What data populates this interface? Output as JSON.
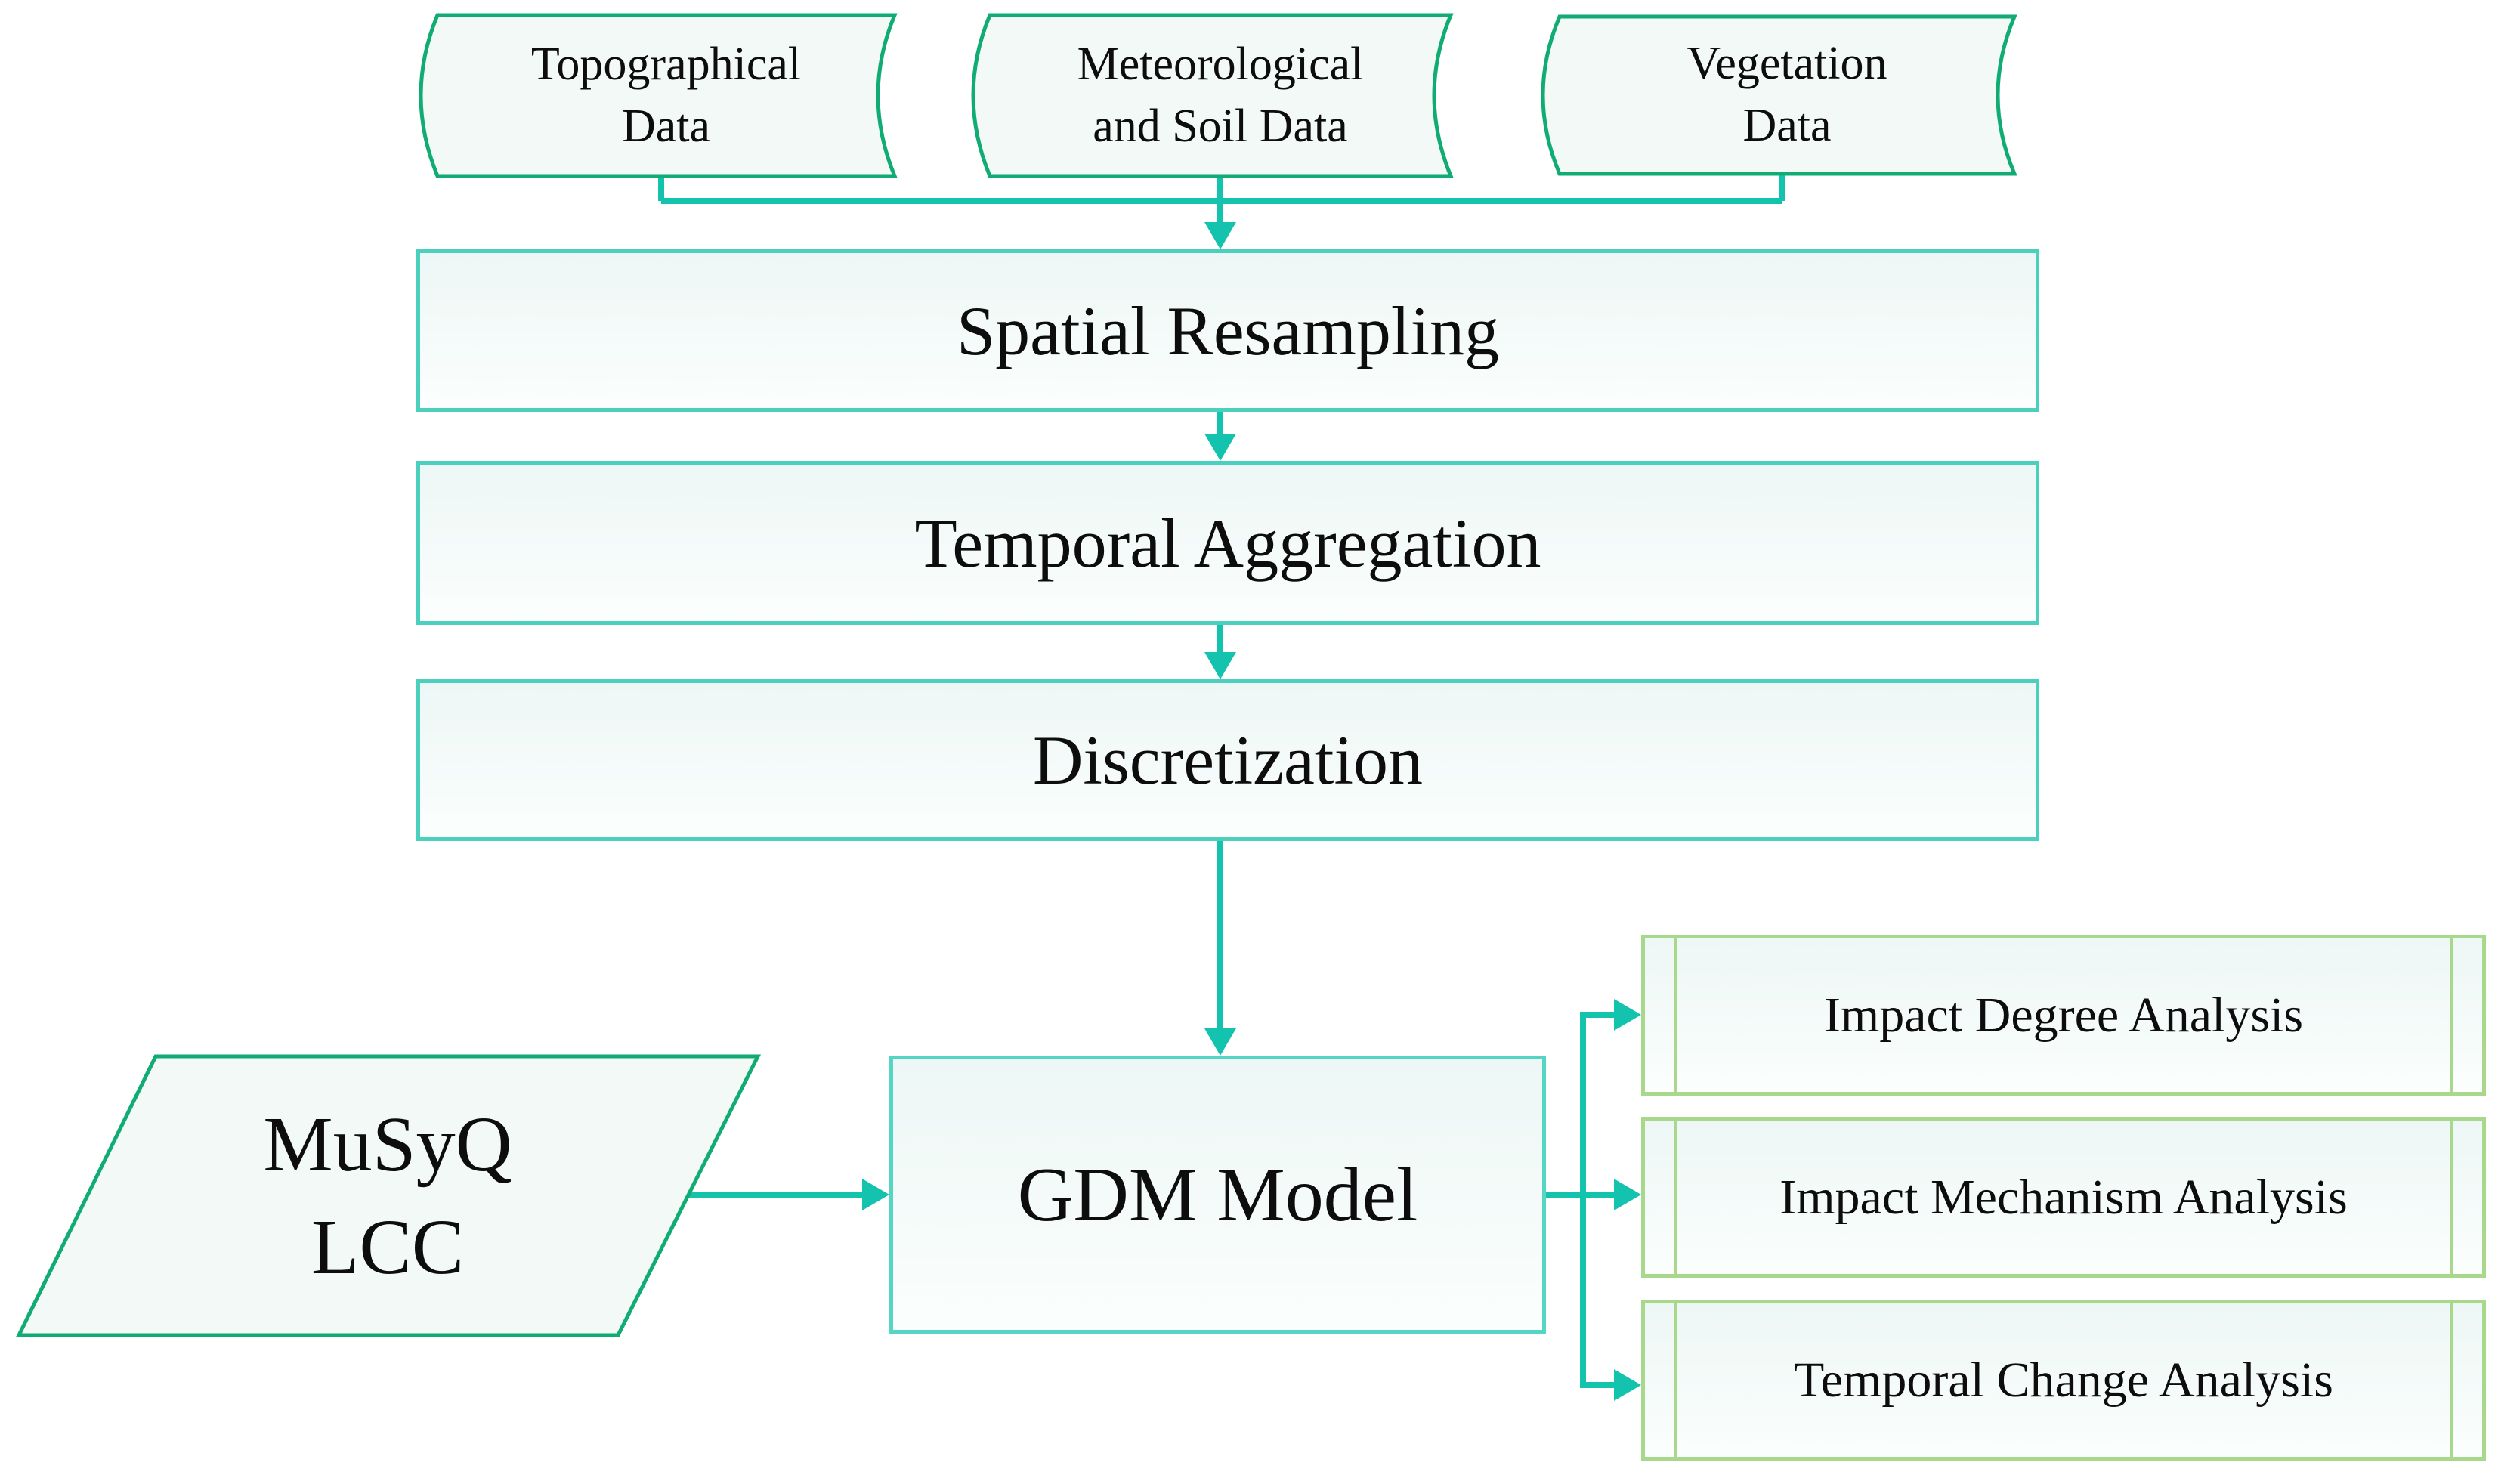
{
  "diagram": {
    "type": "flowchart",
    "colors": {
      "connector": "#14c3ad",
      "source_border": "#10ac73",
      "process_border": "#4ad0bd",
      "gdm_border": "#55d5c3",
      "analysis_border": "#a7d88b",
      "shape_fill": "#f2f9f7",
      "fill_top": "#edf7f5",
      "fill_bottom": "#fbfefd",
      "text": "#0d0d0d",
      "background": "#ffffff"
    },
    "nodes": {
      "topographical": {
        "line1": "Topographical",
        "line2": "Data",
        "shape": "stored-data"
      },
      "meteorological": {
        "line1": "Meteorological",
        "line2": "and Soil Data",
        "shape": "stored-data"
      },
      "vegetation": {
        "line1": "Vegetation",
        "line2": "Data",
        "shape": "stored-data"
      },
      "step1": {
        "label": "Spatial Resampling",
        "shape": "process"
      },
      "step2": {
        "label": "Temporal Aggregation",
        "shape": "process"
      },
      "step3": {
        "label": "Discretization",
        "shape": "process"
      },
      "musyq": {
        "line1": "MuSyQ",
        "line2": "LCC",
        "shape": "parallelogram"
      },
      "gdm": {
        "label": "GDM Model",
        "shape": "process"
      },
      "out1": {
        "label": "Impact Degree Analysis",
        "shape": "predefined-process"
      },
      "out2": {
        "label": "Impact Mechanism Analysis",
        "shape": "predefined-process"
      },
      "out3": {
        "label": "Temporal Change Analysis",
        "shape": "predefined-process"
      }
    },
    "edges": [
      "topographical -> step1",
      "meteorological -> step1",
      "vegetation -> step1",
      "step1 -> step2",
      "step2 -> step3",
      "step3 -> gdm",
      "musyq -> gdm",
      "gdm -> out1",
      "gdm -> out2",
      "gdm -> out3"
    ]
  }
}
